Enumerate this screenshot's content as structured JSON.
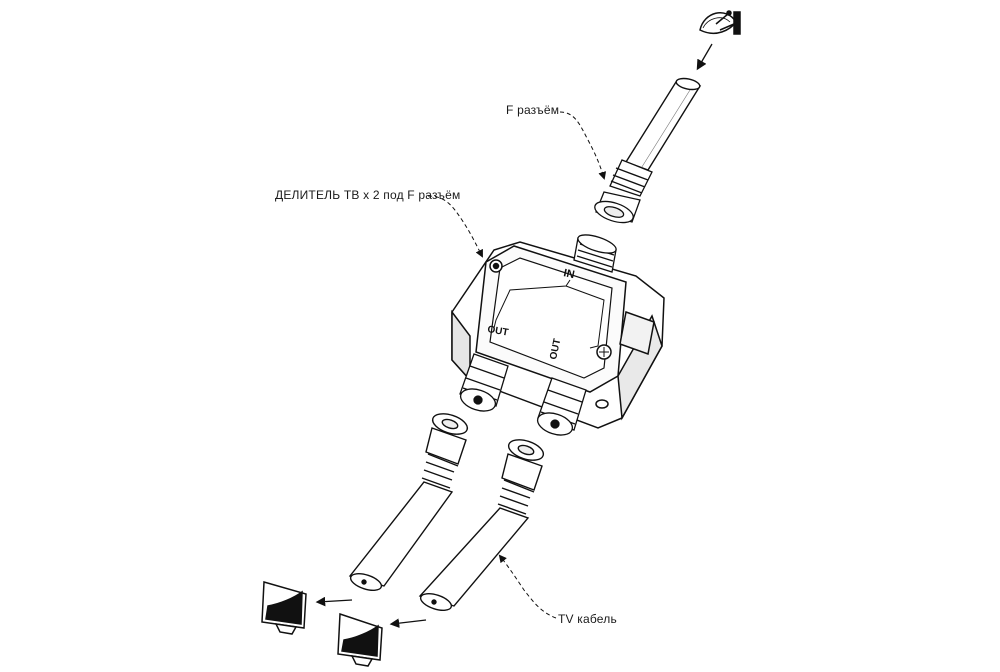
{
  "labels": {
    "f_connector": "F разъём",
    "splitter": "ДЕЛИТЕЛЬ ТВ x 2 под F разъём",
    "tv_cable": "TV кабель"
  },
  "ports": {
    "input": "IN",
    "output_left": "OUT",
    "output_right": "OUT"
  },
  "icons": [
    "satellite-dish-icon",
    "tv-icon",
    "tv-icon"
  ]
}
